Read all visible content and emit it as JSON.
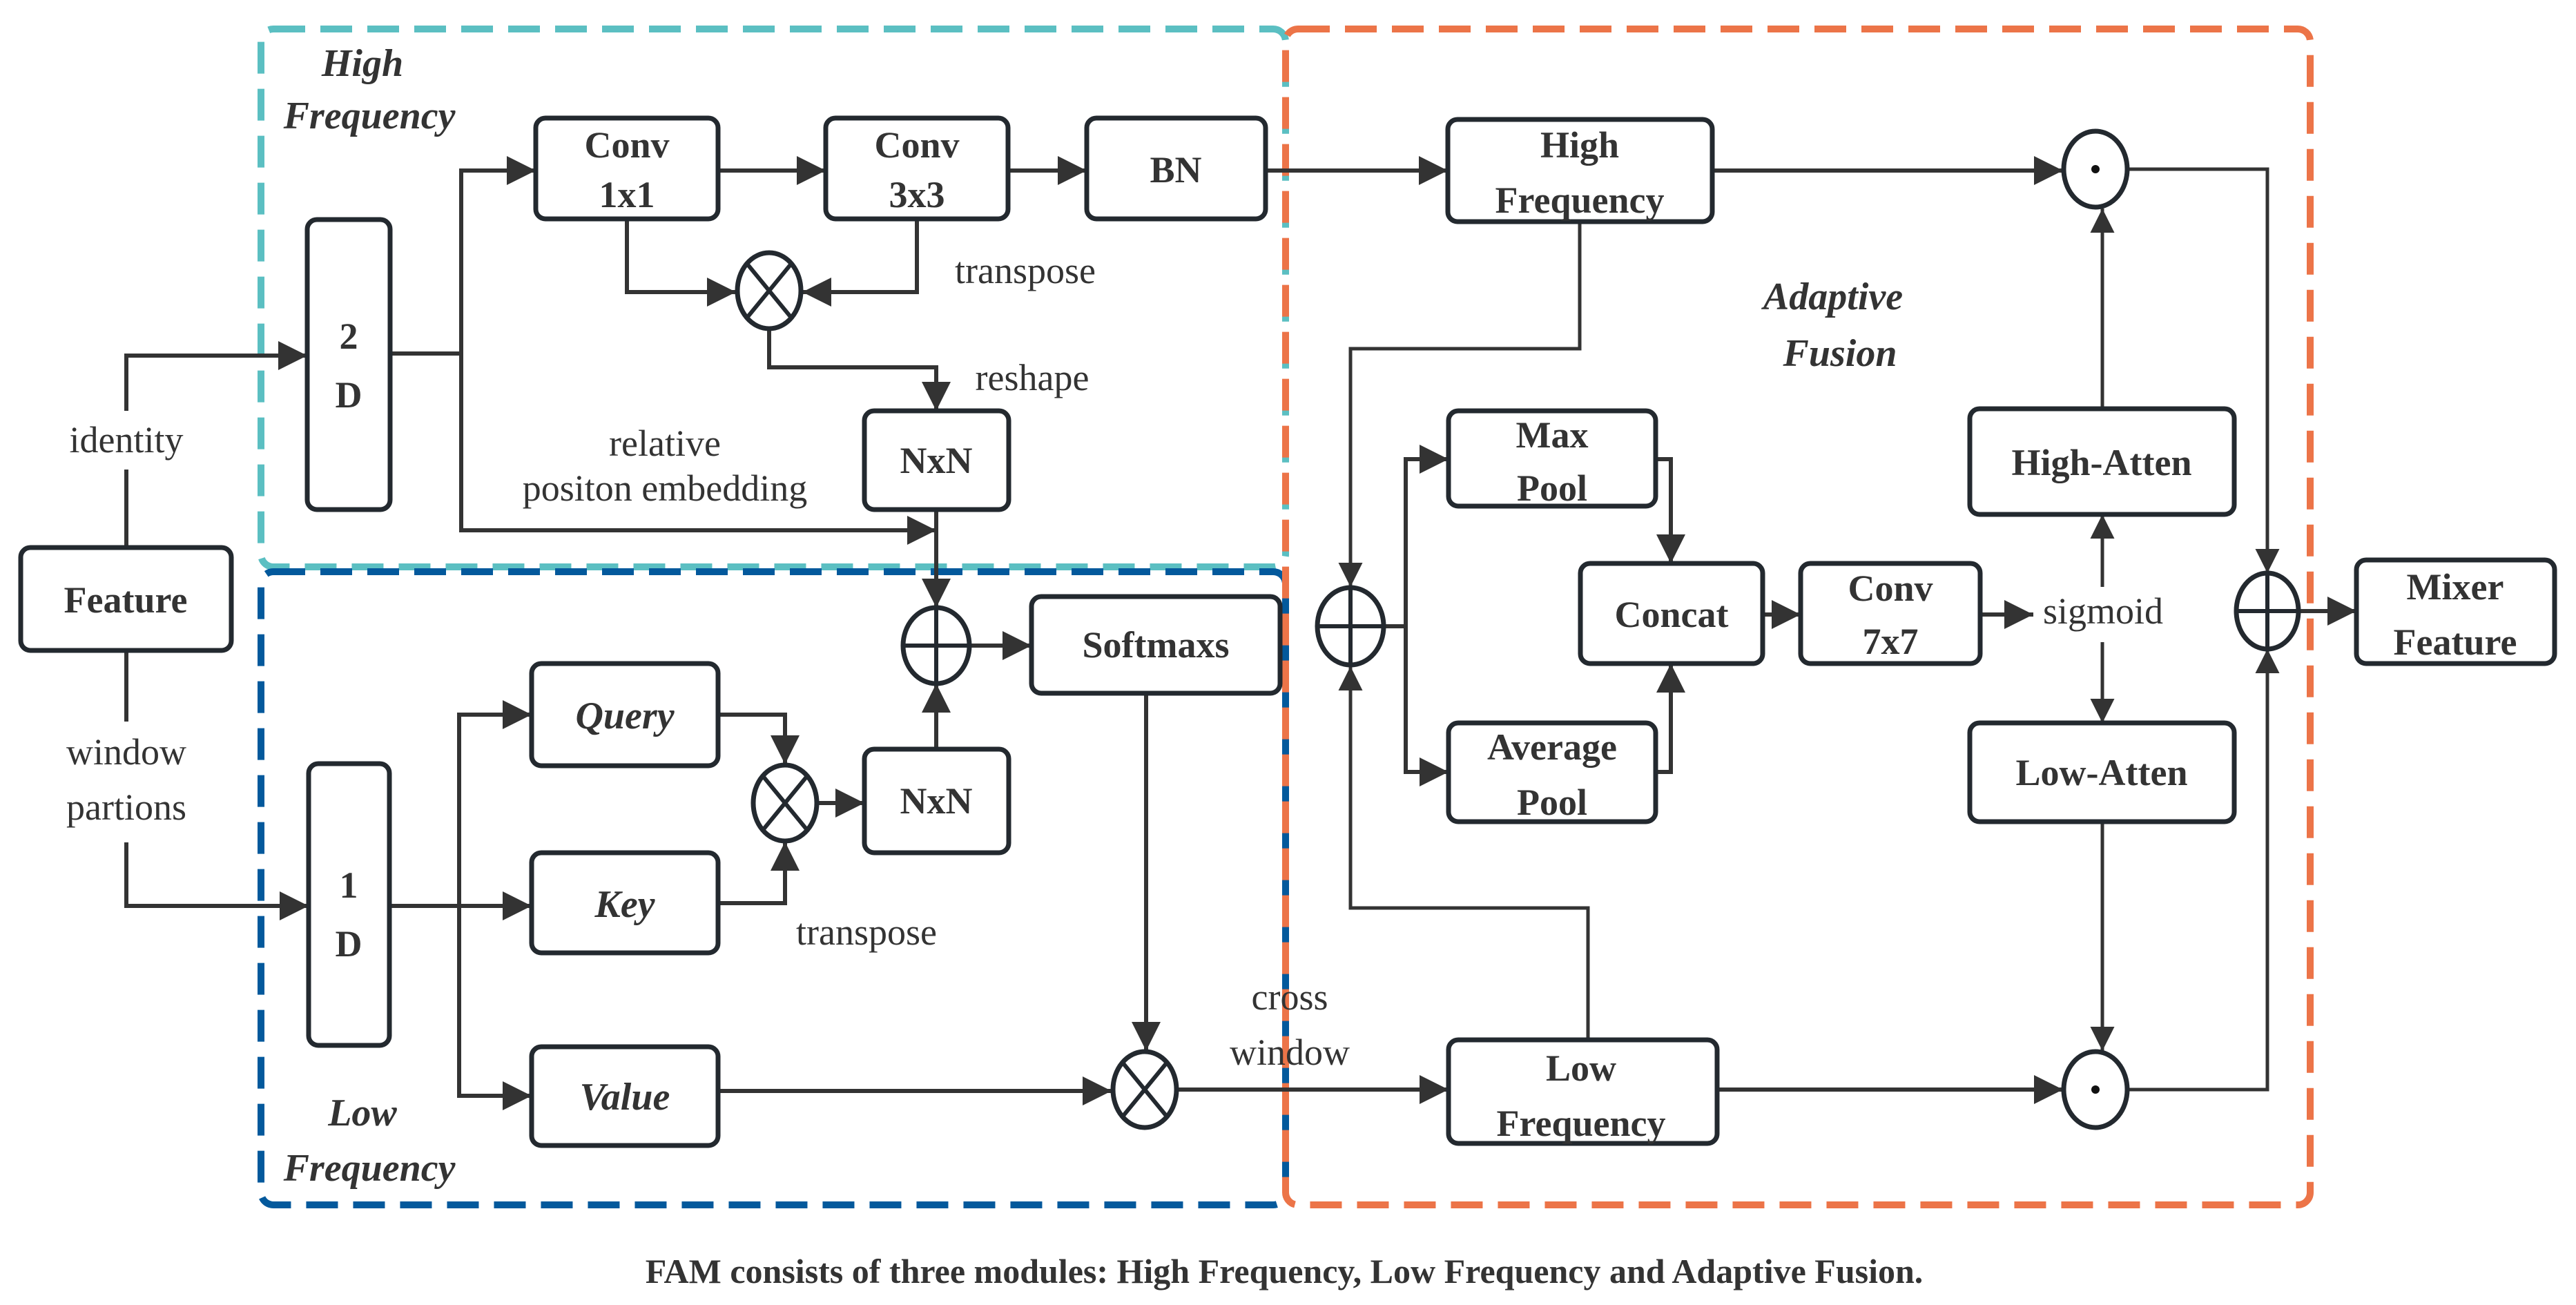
{
  "figure": {
    "caption": "FAM consists of three modules: High Frequency, Low Frequency and Adaptive Fusion.",
    "colors": {
      "high_frequency_region": "#5bbfc2",
      "low_frequency_region": "#03599c",
      "adaptive_fusion_region": "#ec7448",
      "stroke": "#333333"
    }
  },
  "regions": {
    "high_frequency": {
      "line1": "High",
      "line2": "Frequency"
    },
    "low_frequency": {
      "line1": "Low",
      "line2": "Frequency"
    },
    "adaptive_fusion": {
      "line1": "Adaptive",
      "line2": "Fusion"
    }
  },
  "nodes": {
    "feature": "Feature",
    "two_d": {
      "line1": "2",
      "line2": "D"
    },
    "one_d": {
      "line1": "1",
      "line2": "D"
    },
    "conv1x1": {
      "line1": "Conv",
      "line2": "1x1"
    },
    "conv3x3": {
      "line1": "Conv",
      "line2": "3x3"
    },
    "bn": "BN",
    "nxn_high": "NxN",
    "nxn_low": "NxN",
    "softmaxs": "Softmaxs",
    "query": "Query",
    "key": "Key",
    "value": "Value",
    "high_frequency": {
      "line1": "High",
      "line2": "Frequency"
    },
    "low_frequency": {
      "line1": "Low",
      "line2": "Frequency"
    },
    "max_pool": {
      "line1": "Max",
      "line2": "Pool"
    },
    "average_pool": {
      "line1": "Average",
      "line2": "Pool"
    },
    "concat": "Concat",
    "conv7x7": {
      "line1": "Conv",
      "line2": "7x7"
    },
    "high_atten": "High-Atten",
    "low_atten": "Low-Atten",
    "mixer_feature": {
      "line1": "Mixer",
      "line2": "Feature"
    }
  },
  "edge_labels": {
    "identity": "identity",
    "window_partions": {
      "line1": "window",
      "line2": "partions"
    },
    "transpose_high": "transpose",
    "reshape": "reshape",
    "relative_position": {
      "line1": "relative",
      "line2": "positon embedding"
    },
    "transpose_low": "transpose",
    "cross_window": {
      "line1": "cross",
      "line2": "window"
    },
    "sigmoid": "sigmoid"
  },
  "operators": {
    "multiply": "⊗",
    "add": "⊕",
    "hadamard": "⊙"
  }
}
